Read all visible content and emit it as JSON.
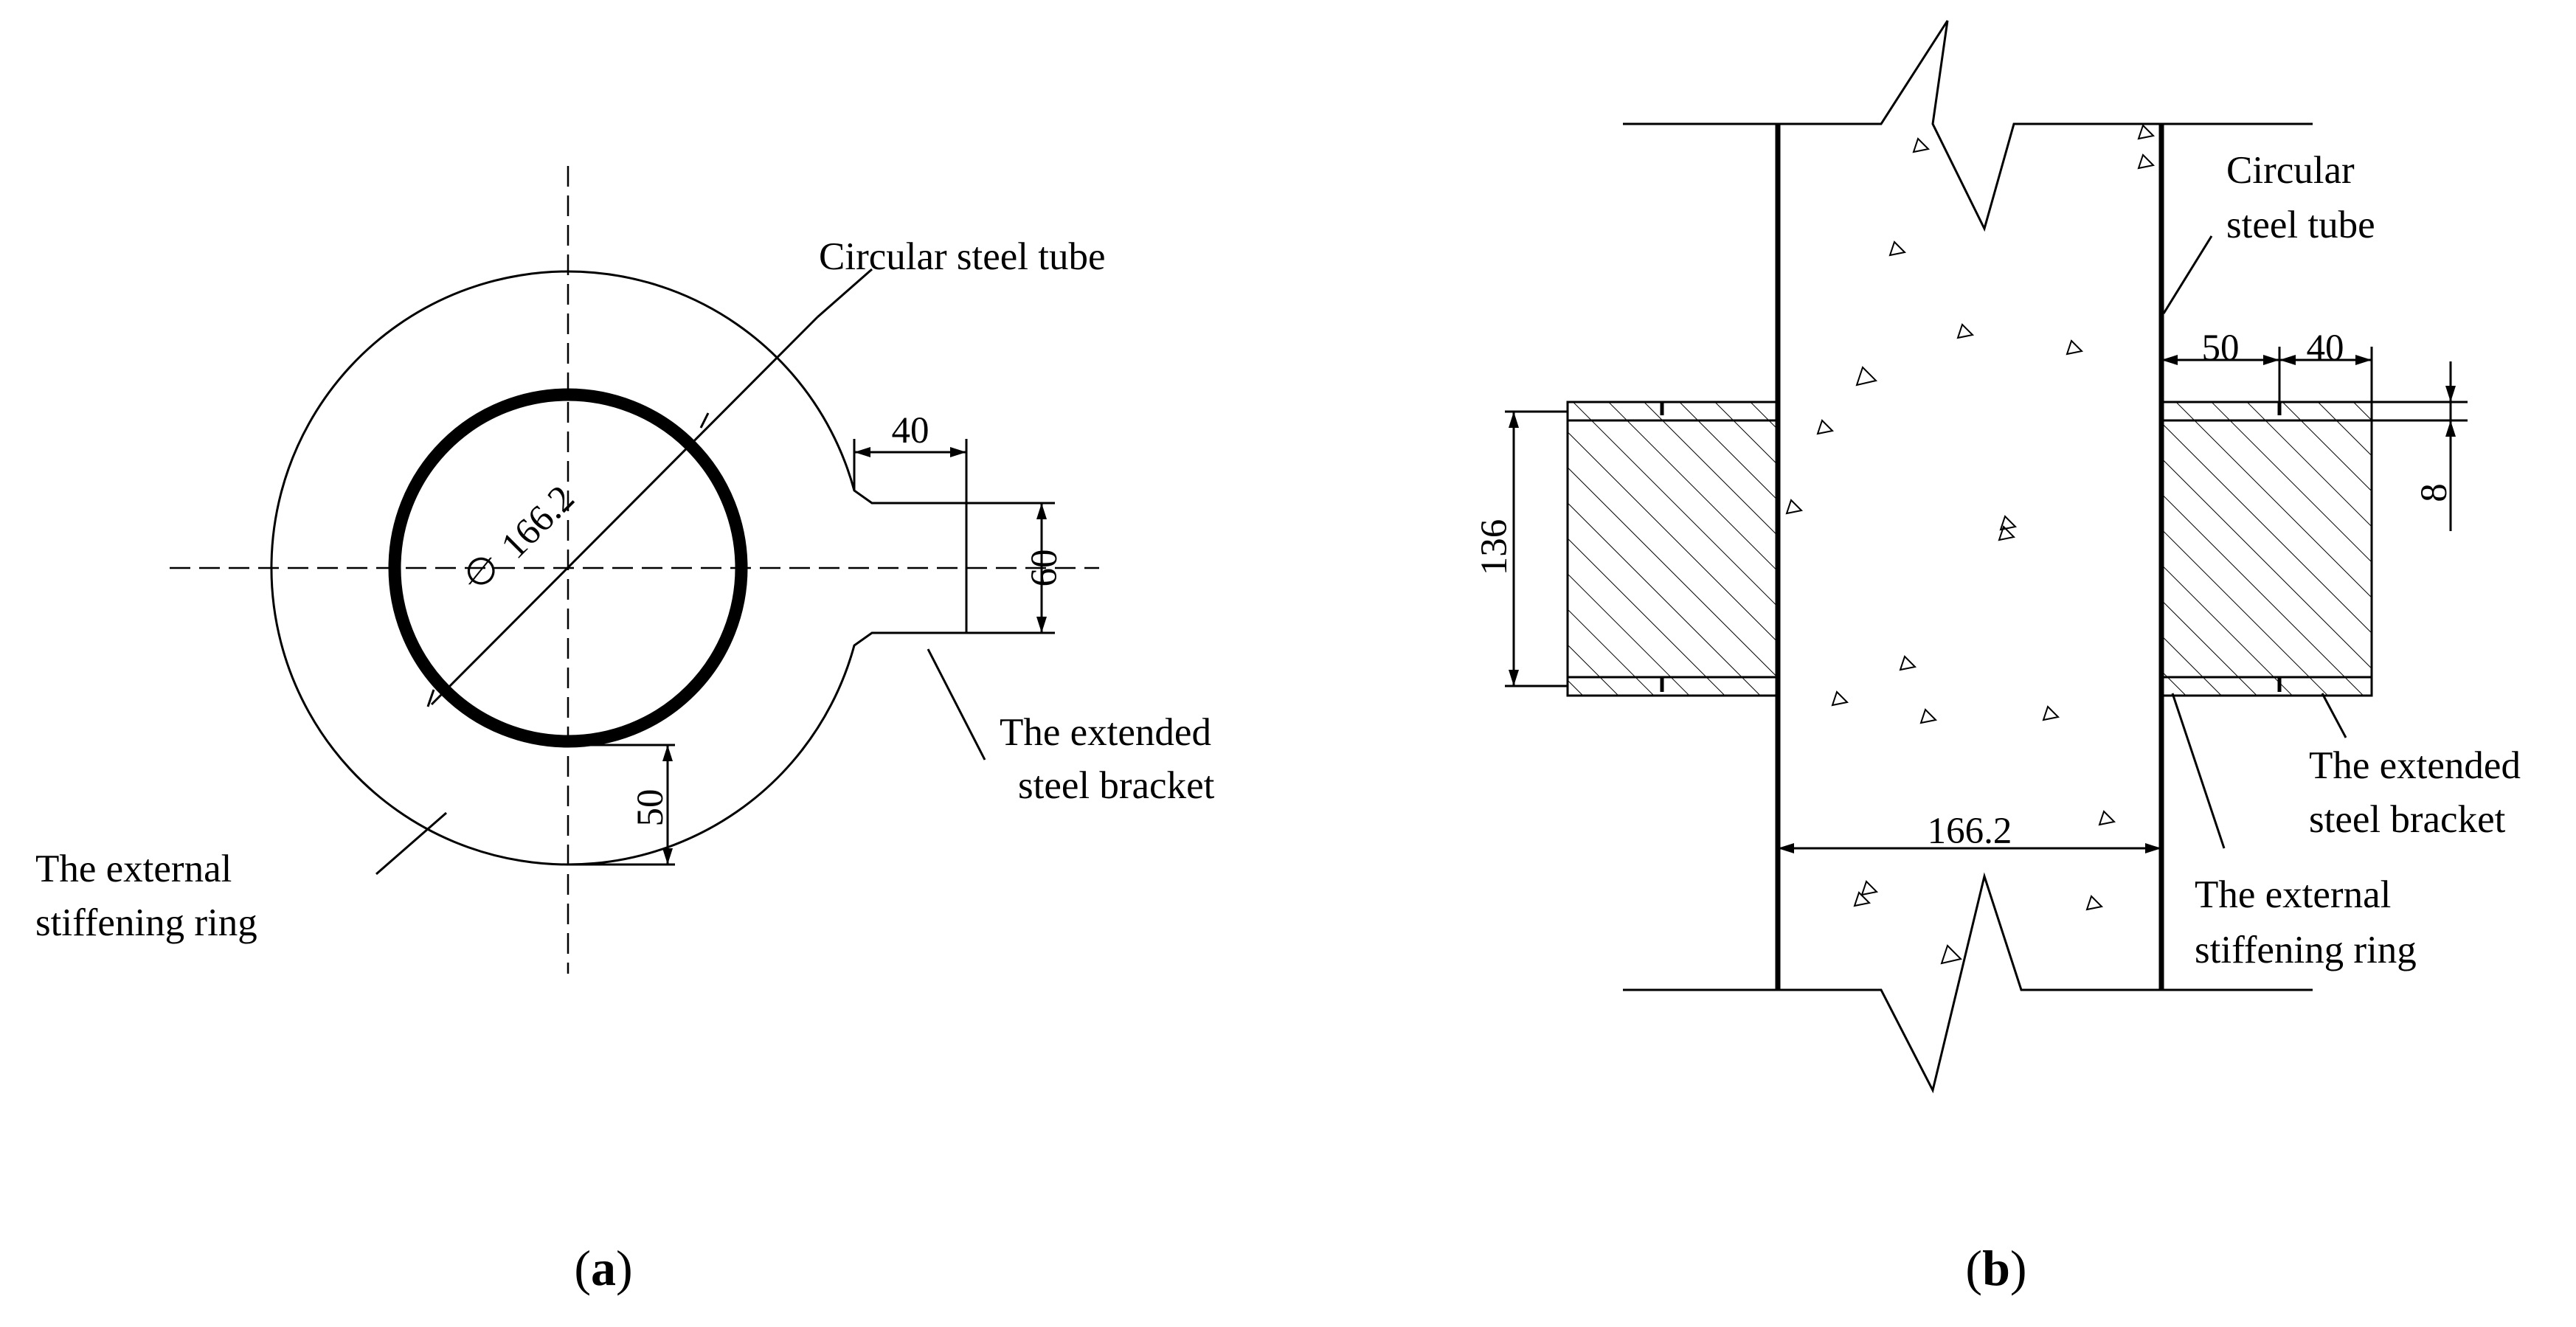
{
  "panel_a": {
    "caption_open": "(",
    "caption_letter": "a",
    "caption_close": ")",
    "label_tube": "Circular steel tube",
    "label_bracket_line1": "The extended",
    "label_bracket_line2": "steel bracket",
    "label_ring_line1": "The external",
    "label_ring_line2": "stiffening ring",
    "dim_diameter_symbol": "∅",
    "dim_diameter": "166.2",
    "dim_bracket_length": "40",
    "dim_bracket_width": "60",
    "dim_ring_width": "50"
  },
  "panel_b": {
    "caption_open": "(",
    "caption_letter": "b",
    "caption_close": ")",
    "label_tube_line1": "Circular",
    "label_tube_line2": "steel tube",
    "label_bracket_line1": "The extended",
    "label_bracket_line2": "steel bracket",
    "label_ring_line1": "The external",
    "label_ring_line2": "stiffening ring",
    "dim_ring": "50",
    "dim_bracket": "40",
    "dim_height": "136",
    "dim_thickness": "8",
    "dim_diameter": "166.2"
  }
}
